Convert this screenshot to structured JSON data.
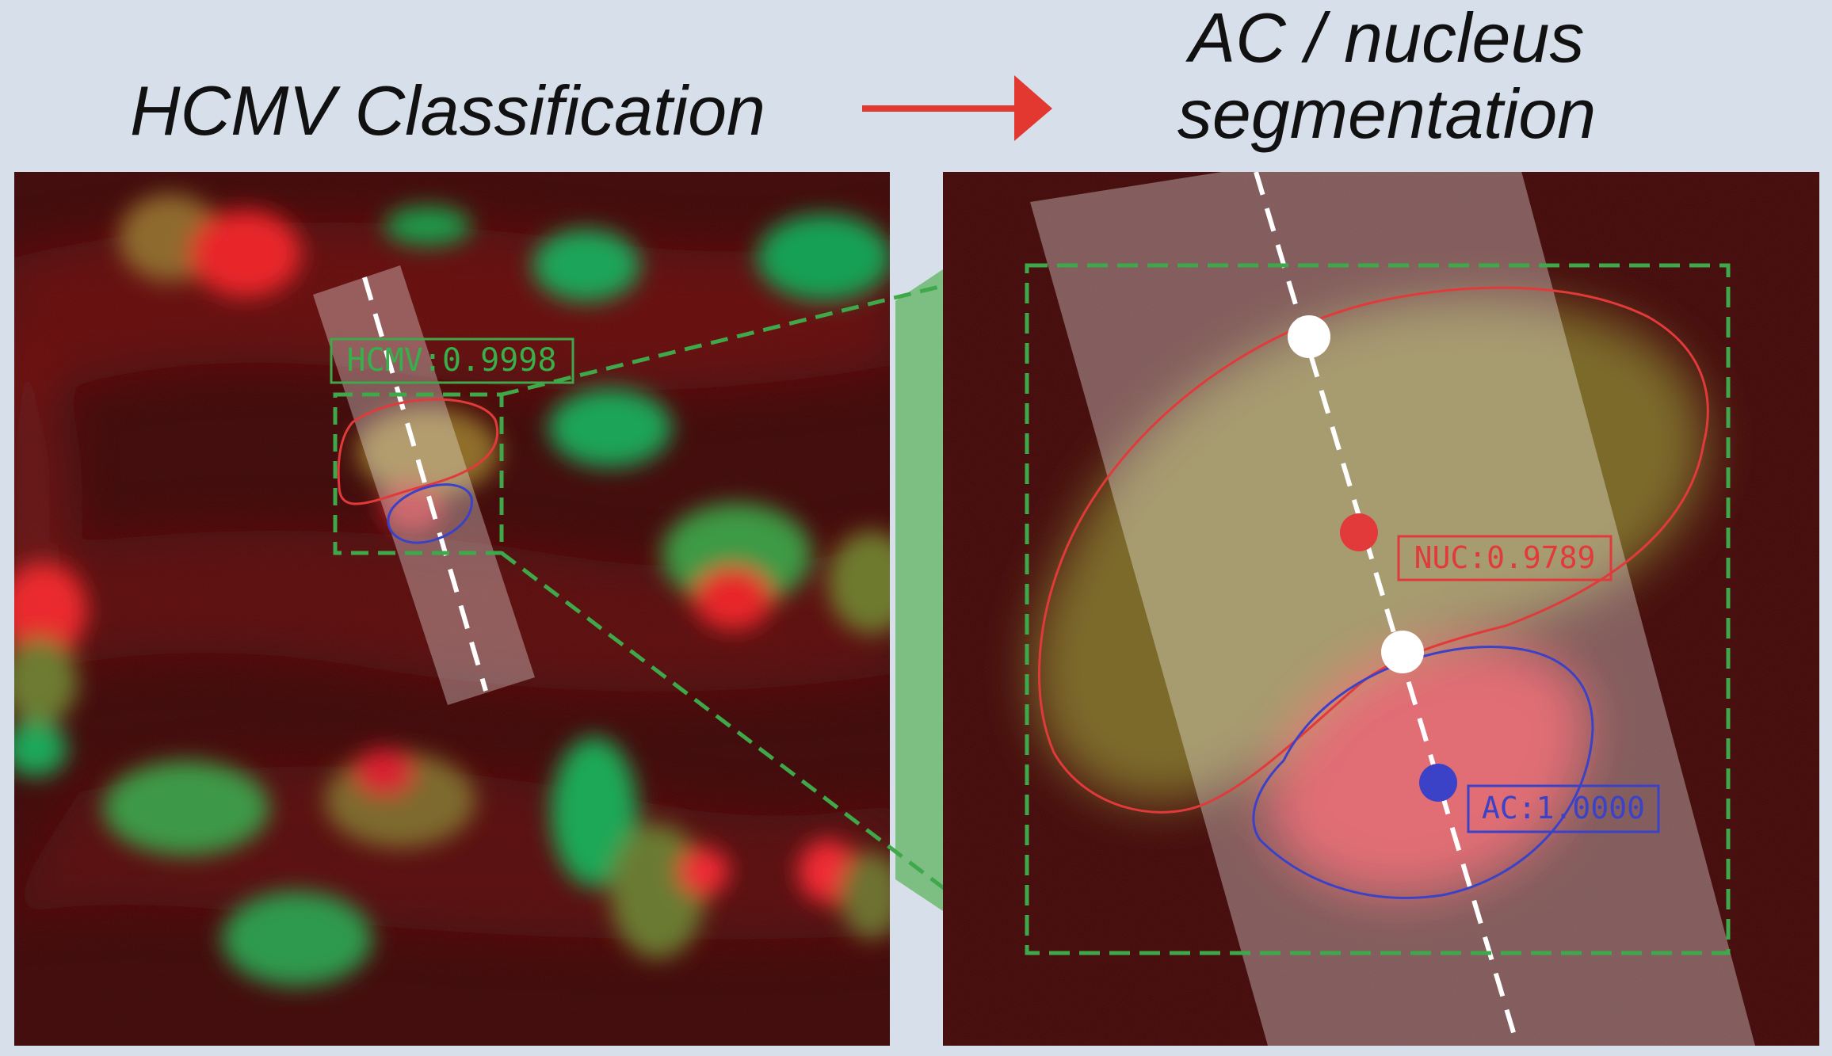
{
  "titles": {
    "left": "HCMV Classification",
    "right_line1": "AC / nucleus",
    "right_line2": "segmentation"
  },
  "labels": {
    "hcmv": "HCMV:0.9998",
    "nuc": "NUC:0.9789",
    "ac": "AC:1.0000"
  },
  "colors": {
    "background": "#d7dfeb",
    "arrow": "#e2382f",
    "bbox": "#3ea84a",
    "nucleus_contour": "#e23a3a",
    "ac_contour": "#3b42c8",
    "hcmv_label": "#35b04a",
    "nuc_label": "#e23a3a",
    "ac_label": "#3b42c8"
  }
}
